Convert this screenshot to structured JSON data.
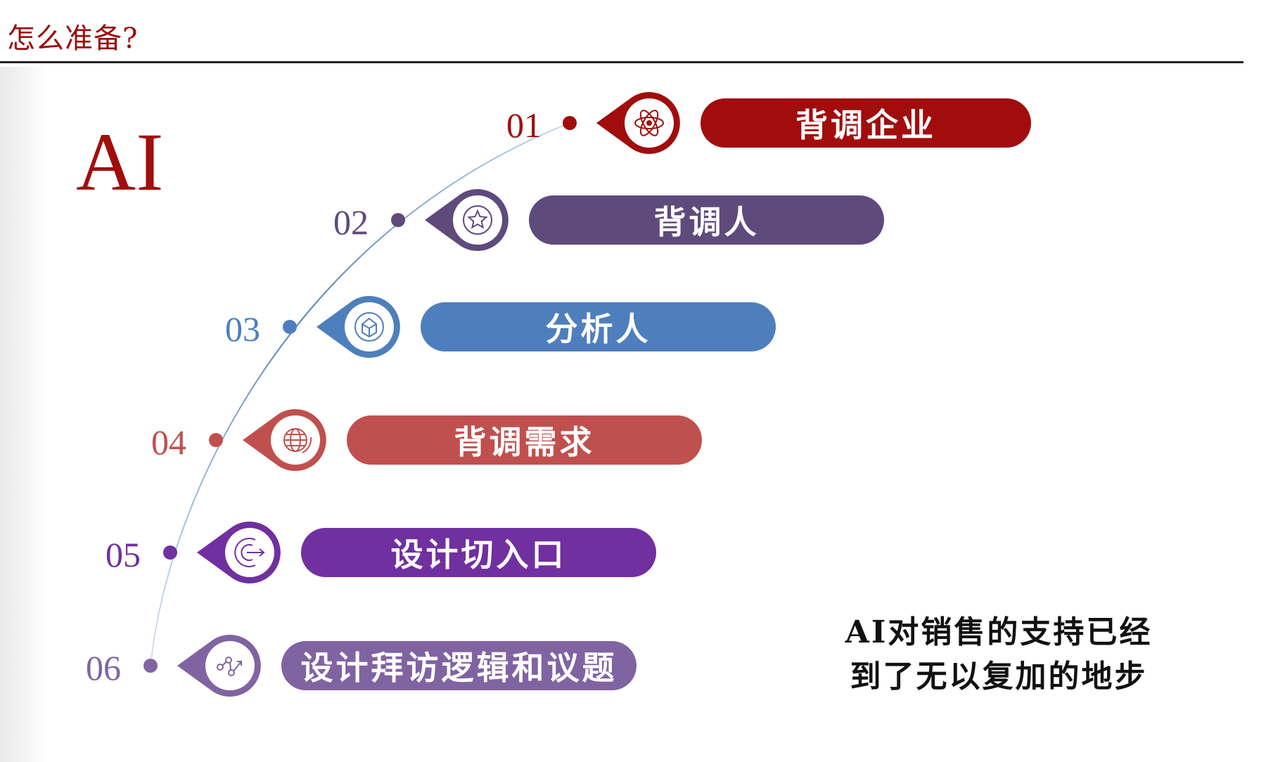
{
  "header": {
    "title": "怎么准备?"
  },
  "hero": {
    "label": "AI"
  },
  "steps": [
    {
      "num": "01",
      "label": "背调企业",
      "color": "#a10d0d",
      "icon": "atom-icon"
    },
    {
      "num": "02",
      "label": "背调人",
      "color": "#5f4a7c",
      "icon": "star-icon"
    },
    {
      "num": "03",
      "label": "分析人",
      "color": "#4e7fbd",
      "icon": "cube-icon"
    },
    {
      "num": "04",
      "label": "背调需求",
      "color": "#c0504d",
      "icon": "globe-icon"
    },
    {
      "num": "05",
      "label": "设计切入口",
      "color": "#7030a0",
      "icon": "target-icon"
    },
    {
      "num": "06",
      "label": "设计拜访逻辑和议题",
      "color": "#8064a2",
      "icon": "network-icon"
    }
  ],
  "summary": {
    "line1": "AI对销售的支持已经",
    "line2": "到了无以复加的地步"
  }
}
